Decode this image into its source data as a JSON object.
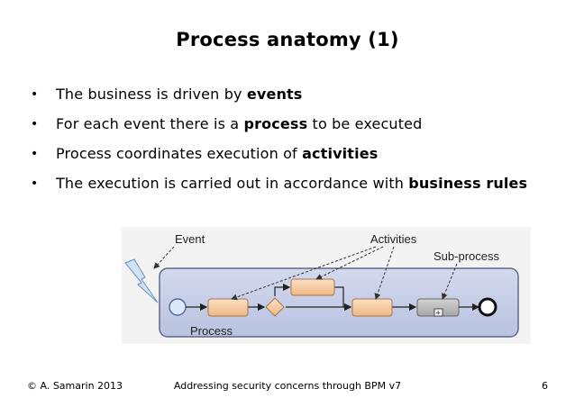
{
  "slide": {
    "title": "Process anatomy (1)",
    "bullets": [
      {
        "before": "The business is driven by ",
        "bold": "events",
        "after": ""
      },
      {
        "before": "For each event there is a ",
        "bold": "process",
        "after": " to be executed"
      },
      {
        "before": "Process coordinates execution of ",
        "bold": "activities",
        "after": ""
      },
      {
        "before": "The execution is carried out in accordance with ",
        "bold": "business rules",
        "after": ""
      }
    ]
  },
  "diagram": {
    "labels": {
      "event": "Event",
      "activities": "Activities",
      "subprocess": "Sub-process",
      "process": "Process",
      "expand_marker": "+"
    },
    "colors": {
      "pool_fill": "#c5cde6",
      "pool_stroke": "#5e6a86",
      "task_fill": "#f6c8a0",
      "gateway_fill": "#f6c8a0",
      "subprocess_fill": "#b8b8b8",
      "start_fill": "#dbe8f7",
      "lightning_fill": "#cfe3f7"
    }
  },
  "footer": {
    "left": "© A. Samarin 2013",
    "center": "Addressing security concerns through BPM v7",
    "right": "6"
  }
}
